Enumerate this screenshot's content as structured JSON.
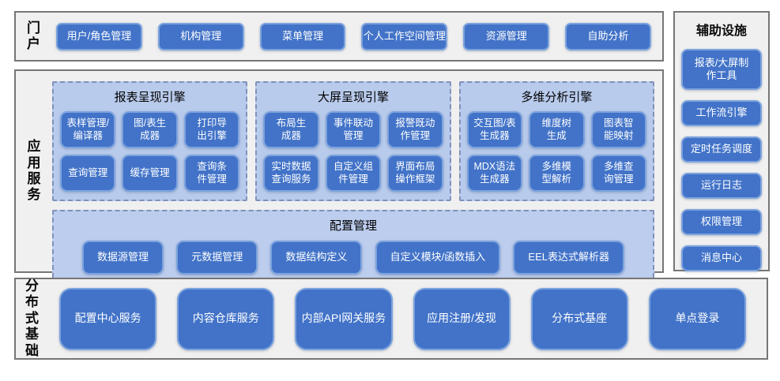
{
  "colors": {
    "button_fill": "#4273C8",
    "button_border": "#7CA3DE",
    "button_text": "#FFFFFF",
    "group_background": "#B9CBEC",
    "group_dashed_border": "#8090BA",
    "section_background": "#F0F0F0",
    "section_border": "#767676"
  },
  "portal": {
    "label": "门\n户",
    "buttons": [
      "用户/角色管理",
      "机构管理",
      "菜单管理",
      "个人工作空间管理",
      "资源管理",
      "自助分析"
    ]
  },
  "app_services": {
    "label": "应\n用\n服\n务",
    "engines": [
      {
        "title": "报表呈现引擎",
        "buttons": [
          "表样管理/\n编译器",
          "图/表生\n成器",
          "打印导\n出引擎",
          "查询管理",
          "缓存管理",
          "查询条\n件管理"
        ]
      },
      {
        "title": "大屏呈现引擎",
        "buttons": [
          "布局生\n成器",
          "事件联动\n管理",
          "报警既动\n作管理",
          "实时数据\n查询服务",
          "自定义组\n件管理",
          "界面布局\n操作框架"
        ]
      },
      {
        "title": "多维分析引擎",
        "buttons": [
          "交互图/表\n生成器",
          "维度树\n生成",
          "图表智\n能映射",
          "MDX语法\n生成器",
          "多维模\n型解析",
          "多维查\n询管理"
        ]
      }
    ],
    "config": {
      "title": "配置管理",
      "buttons": [
        "数据源管理",
        "元数据管理",
        "数据结构定义",
        "自定义模块/函数插入",
        "EEL表达式解析器"
      ]
    }
  },
  "auxiliary": {
    "title": "辅助设施",
    "buttons": [
      "报表/大屏制\n作工具",
      "工作流引擎",
      "定时任务调度",
      "运行日志",
      "权限管理",
      "消息中心"
    ]
  },
  "distributed": {
    "label": "分\n布\n式\n基\n础",
    "buttons": [
      "配置中心服务",
      "内容仓库服务",
      "内部API网关服务",
      "应用注册/发现",
      "分布式基座",
      "单点登录"
    ]
  }
}
